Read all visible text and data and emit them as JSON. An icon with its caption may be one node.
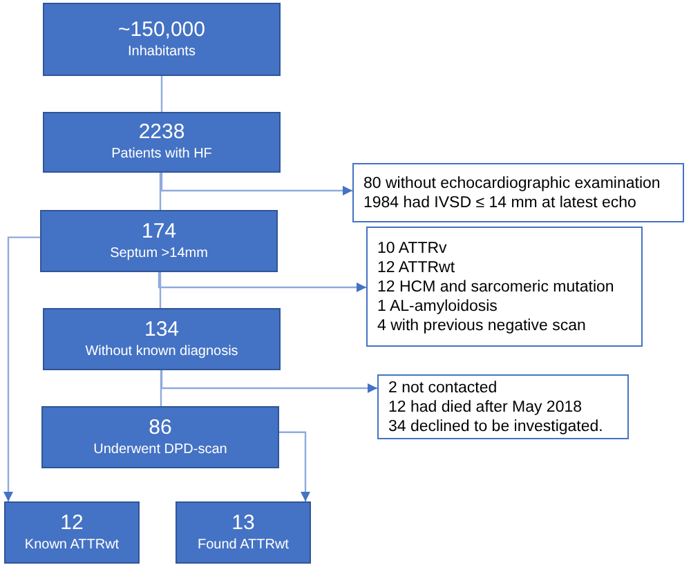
{
  "diagram": {
    "nodes": [
      {
        "text": [
          "~150,000",
          "Inhabitants"
        ]
      },
      {
        "text": [
          "2238",
          "Patients with HF"
        ]
      },
      {
        "text": [
          "80 without echocardiographic examination",
          "1984 had IVSD ≤ 14 mm at latest echo"
        ]
      },
      {
        "text": [
          "174",
          "Septum >14mm"
        ]
      },
      {
        "text": [
          "10 ATTRv",
          "12 ATTRwt",
          "12 HCM and sarcomeric mutation",
          "1 AL-amyloidosis",
          "4 with previous negative scan"
        ]
      },
      {
        "text": [
          "134",
          "Without known diagnosis"
        ]
      },
      {
        "text": [
          "2 not contacted",
          "12 had died after May 2018",
          "34 declined to be investigated."
        ]
      },
      {
        "text": [
          "86",
          "Underwent DPD-scan"
        ]
      },
      {
        "text": [
          "12",
          "Known ATTRwt"
        ]
      },
      {
        "text": [
          "13",
          "Found ATTRwt"
        ]
      }
    ],
    "edges": [
      {
        "from": 0,
        "to": 1,
        "arrow": "none"
      },
      {
        "from": 1,
        "to": 3,
        "arrow": "none"
      },
      {
        "from": 1,
        "to": 2,
        "arrow": "to"
      },
      {
        "from": 3,
        "to": 5,
        "arrow": "none"
      },
      {
        "from": 3,
        "to": 4,
        "arrow": "to"
      },
      {
        "from": 5,
        "to": 7,
        "arrow": "none"
      },
      {
        "from": 5,
        "to": 6,
        "arrow": "to"
      },
      {
        "from": 3,
        "to": 8,
        "arrow": "to"
      },
      {
        "from": 7,
        "to": 9,
        "arrow": "to"
      }
    ]
  }
}
